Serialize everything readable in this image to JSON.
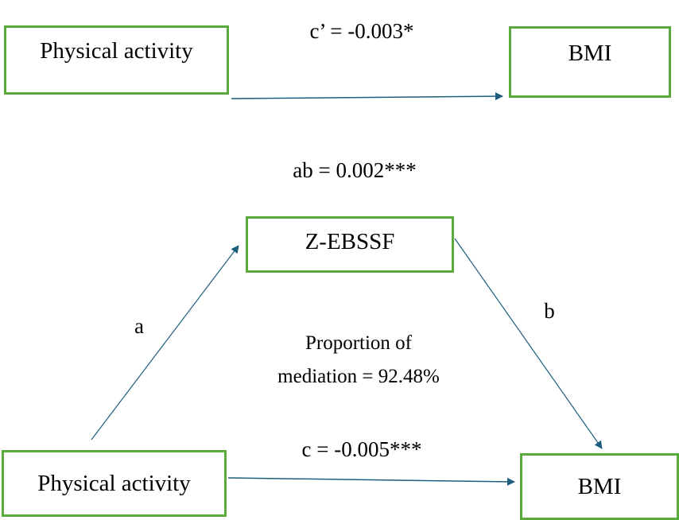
{
  "colors": {
    "box_border": "#5aab3c",
    "arrow": "#1d5d7e"
  },
  "top_model": {
    "predictor": "Physical activity",
    "outcome": "BMI",
    "path_label": "c’ = -0.003*"
  },
  "bottom_model": {
    "indirect_label": "ab = 0.002***",
    "mediator": "Z-EBSSF",
    "path_a": "a",
    "path_b": "b",
    "proportion_line1": "Proportion of",
    "proportion_line2": "mediation = 92.48%",
    "path_c": "c = -0.005***",
    "predictor": "Physical activity",
    "outcome": "BMI"
  }
}
